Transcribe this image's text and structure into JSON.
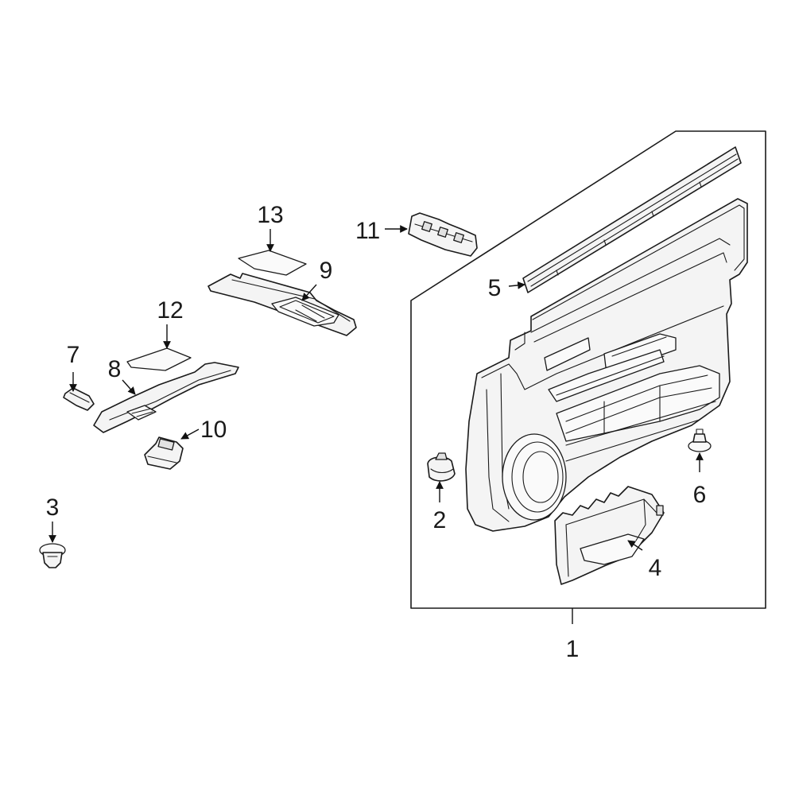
{
  "diagram": {
    "callouts": {
      "c1": "1",
      "c2": "2",
      "c3": "3",
      "c4": "4",
      "c5": "5",
      "c6": "6",
      "c7": "7",
      "c8": "8",
      "c9": "9",
      "c10": "10",
      "c11": "11",
      "c12": "12",
      "c13": "13"
    },
    "line_color": "#1a1a1a",
    "background": "#ffffff"
  }
}
